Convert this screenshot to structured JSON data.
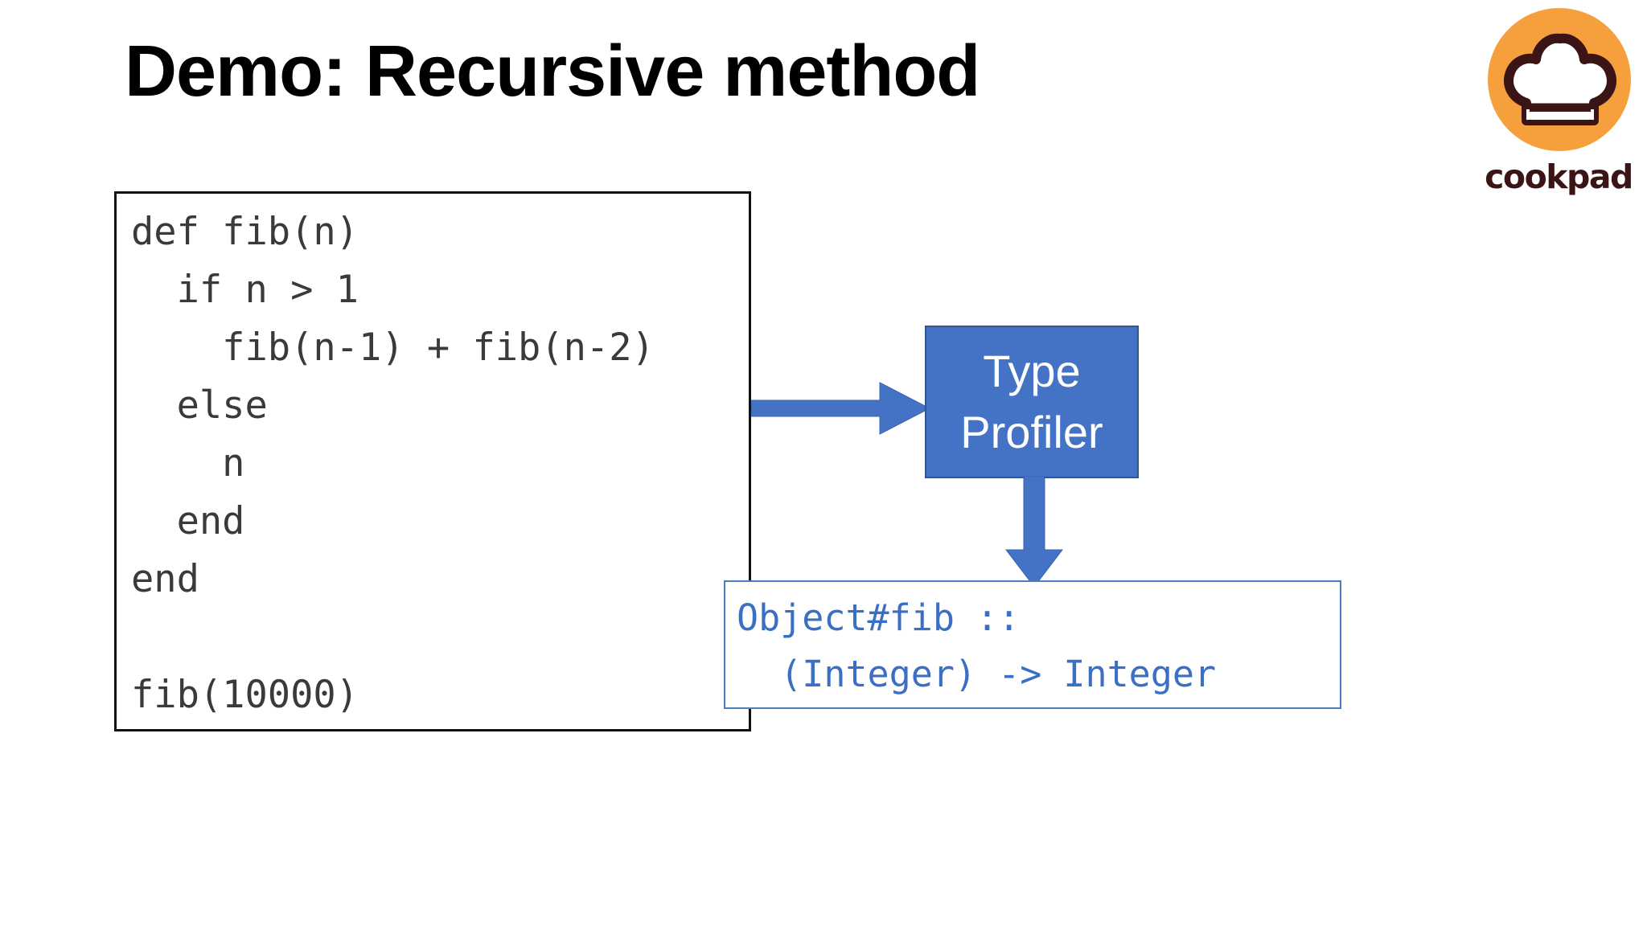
{
  "slide": {
    "title": "Demo: Recursive method",
    "background_color": "#ffffff"
  },
  "code_block": {
    "name": "ruby-source-code",
    "language": "ruby",
    "border_color": "#111111",
    "text_color": "#3a3a3a",
    "code": "def fib(n)\n  if n > 1\n    fib(n-1) + fib(n-2)\n  else\n    n\n  end\nend\n\nfib(10000)",
    "lines": [
      "def fib(n)",
      "  if n > 1",
      "    fib(n-1) + fib(n-2)",
      "  else",
      "    n",
      "  end",
      "end",
      "",
      "fib(10000)"
    ]
  },
  "type_profiler": {
    "label_line_1": "Type",
    "label_line_2": "Profiler",
    "fill_color": "#4472C4",
    "border_color": "#2F5597",
    "text_color": "#ffffff"
  },
  "arrows": {
    "input_arrow_label": "code-to-profiler-arrow",
    "output_arrow_label": "profiler-to-output-arrow",
    "color": "#4472C4"
  },
  "output_block": {
    "name": "type-signature-output",
    "border_color": "#4A7EBB",
    "text_color": "#3B6FC4",
    "text": "Object#fib ::\n  (Integer) -> Integer",
    "lines": [
      "Object#fib ::",
      "  (Integer) -> Integer"
    ]
  },
  "logo": {
    "wordmark": "cookpad",
    "circle_color": "#F5A03C",
    "mark_color": "#3B1515",
    "hat_color": "#FFFFFF",
    "icon_name": "chef-hat-icon"
  }
}
